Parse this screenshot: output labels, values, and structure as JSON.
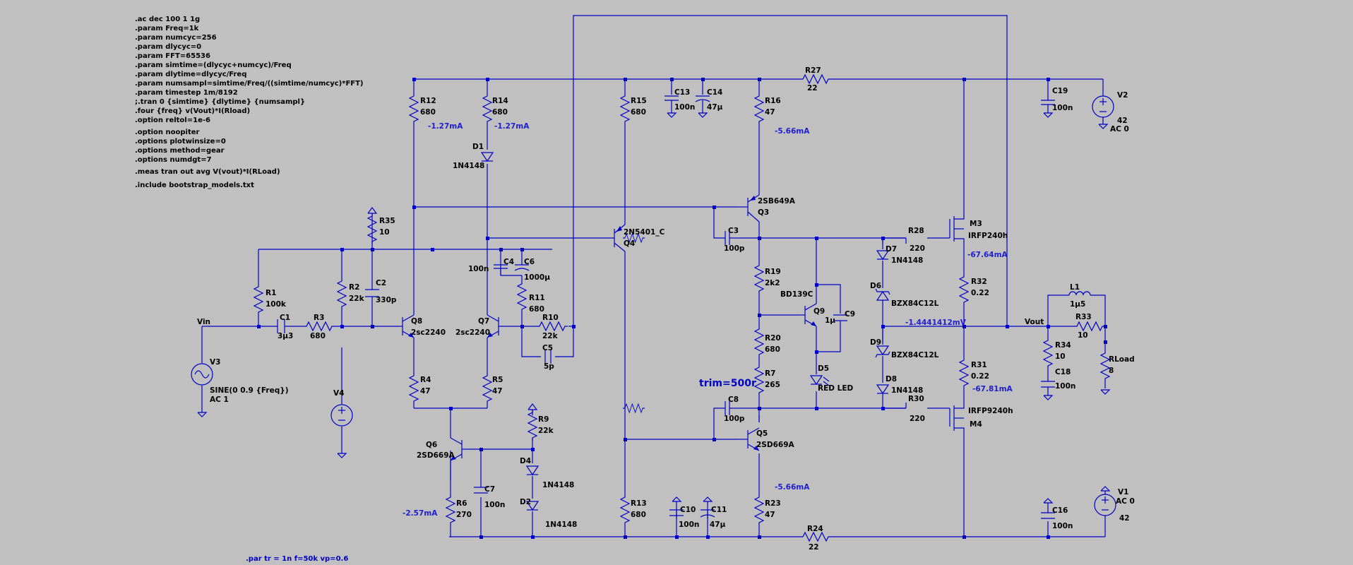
{
  "directives": [
    ".ac dec 100 1 1g",
    ".param Freq=1k",
    ".param numcyc=256",
    ".param dlycyc=0",
    ".param FFT=65536",
    ".param simtime=(dlycyc+numcyc)/Freq",
    ".param dlytime=dlycyc/Freq",
    ".param numsampl=simtime/Freq/((simtime/numcyc)*FFT)",
    ".param timestep 1m/8192",
    ";.tran 0 {simtime} {dlytime} {numsampl}",
    ".four {freq} v(Vout)*I(Rload)",
    ".option reltol=1e-6",
    ".option noopiter",
    ".options plotwinsize=0",
    ".options method=gear",
    ".options numdgt=7",
    ".meas tran out avg V(vout)*I(RLoad)",
    ".include bootstrap_models.txt"
  ],
  "param_directive": ".par tr = 1n f=50k vp=0.6",
  "trim_label": "trim=500r",
  "labels": {
    "R27": "R27",
    "R27v": "22",
    "R24": "R24",
    "R24v": "22",
    "C19": "C19",
    "C19v": "100n",
    "V2": "V2",
    "V2v": "42",
    "V2ac": "AC 0",
    "V1": "V1",
    "V1ac": "AC 0",
    "V1v": "42",
    "C16": "C16",
    "C16v": "100n",
    "R12": "R12",
    "R12v": "680",
    "R14": "R14",
    "R14v": "680",
    "R15": "R15",
    "R15v": "680",
    "C13": "C13",
    "C13v": "100n",
    "C14": "C14",
    "C14v": "47µ",
    "R16": "R16",
    "R16v": "47",
    "D1": "D1",
    "D1v": "1N4148",
    "Q3": "Q3",
    "Q3v": "2SB649A",
    "Q4": "Q4",
    "Q4v": "2N5401_C",
    "C3": "C3",
    "C3v": "100p",
    "R28": "R28",
    "R28v": "220",
    "M3": "M3",
    "M3v": "IRFP240h",
    "D7": "D7",
    "D7v": "1N4148",
    "D6": "D6",
    "D6v": "BZX84C12L",
    "R32": "R32",
    "R32v": "0.22",
    "R35": "R35",
    "R35v": "10",
    "R1": "R1",
    "R1v": "100k",
    "R2": "R2",
    "R2v": "22k",
    "C2": "C2",
    "C2v": "330p",
    "C4": "C4",
    "C4v": "100n",
    "C6": "C6",
    "C6v": "1000µ",
    "R11": "R11",
    "R11v": "680",
    "R19": "R19",
    "R19v": "2k2",
    "Q9": "Q9",
    "Q9v": "BD139C",
    "C9": "C9",
    "C9v": "1µ",
    "L1": "L1",
    "L1v": "1µ5",
    "R33": "R33",
    "R33v": "10",
    "Vout": "Vout",
    "Vin": "Vin",
    "C1": "C1",
    "C1v": "3µ3",
    "R3": "R3",
    "R3v": "680",
    "Q8": "Q8",
    "Q8v": "2sc2240",
    "Q7": "Q7",
    "Q7v": "2sc2240",
    "R10": "R10",
    "R10v": "22k",
    "C5": "C5",
    "C5v": "5p",
    "R20": "R20",
    "R20v": "680",
    "D9": "D9",
    "D9v": "BZX84C12L",
    "R34": "R34",
    "R34v": "10",
    "C18": "C18",
    "C18v": "100n",
    "RLoad": "RLoad",
    "RLoadv": "8",
    "V3": "V3",
    "V3v": "SINE(0 0.9 {Freq})",
    "V3ac": "AC 1",
    "R4": "R4",
    "R4v": "47",
    "R5": "R5",
    "R5v": "47",
    "R7": "R7",
    "R7v": "265",
    "D5": "D5",
    "D5v": "RED LED",
    "R31": "R31",
    "R31v": "0.22",
    "D8": "D8",
    "D8v": "1N4148",
    "V4": "V4",
    "R9": "R9",
    "R9v": "22k",
    "C8": "C8",
    "C8v": "100p",
    "R30": "R30",
    "R30v": "220",
    "M4": "M4",
    "M4v": "IRFP9240h",
    "Q6": "Q6",
    "Q6v": "2SD669A",
    "Q5": "Q5",
    "Q5v": "2SD669A",
    "D4": "D4",
    "D4v": "1N4148",
    "C7": "C7",
    "C7v": "100n",
    "D2": "D2",
    "D2v": "1N4148",
    "R6": "R6",
    "R6v": "270",
    "R13": "R13",
    "R13v": "680",
    "C10": "C10",
    "C10v": "100n",
    "C11": "C11",
    "C11v": "47µ",
    "R23": "R23",
    "R23v": "47"
  },
  "currents": {
    "i_r12": "-1.27mA",
    "i_r14": "-1.27mA",
    "i_r16": "-5.66mA",
    "i_m3": "-67.64mA",
    "i_vout": "-1.4441412mV",
    "i_m4": "-67.81mA",
    "i_r23": "-5.66mA",
    "i_r6": "-2.57mA"
  }
}
